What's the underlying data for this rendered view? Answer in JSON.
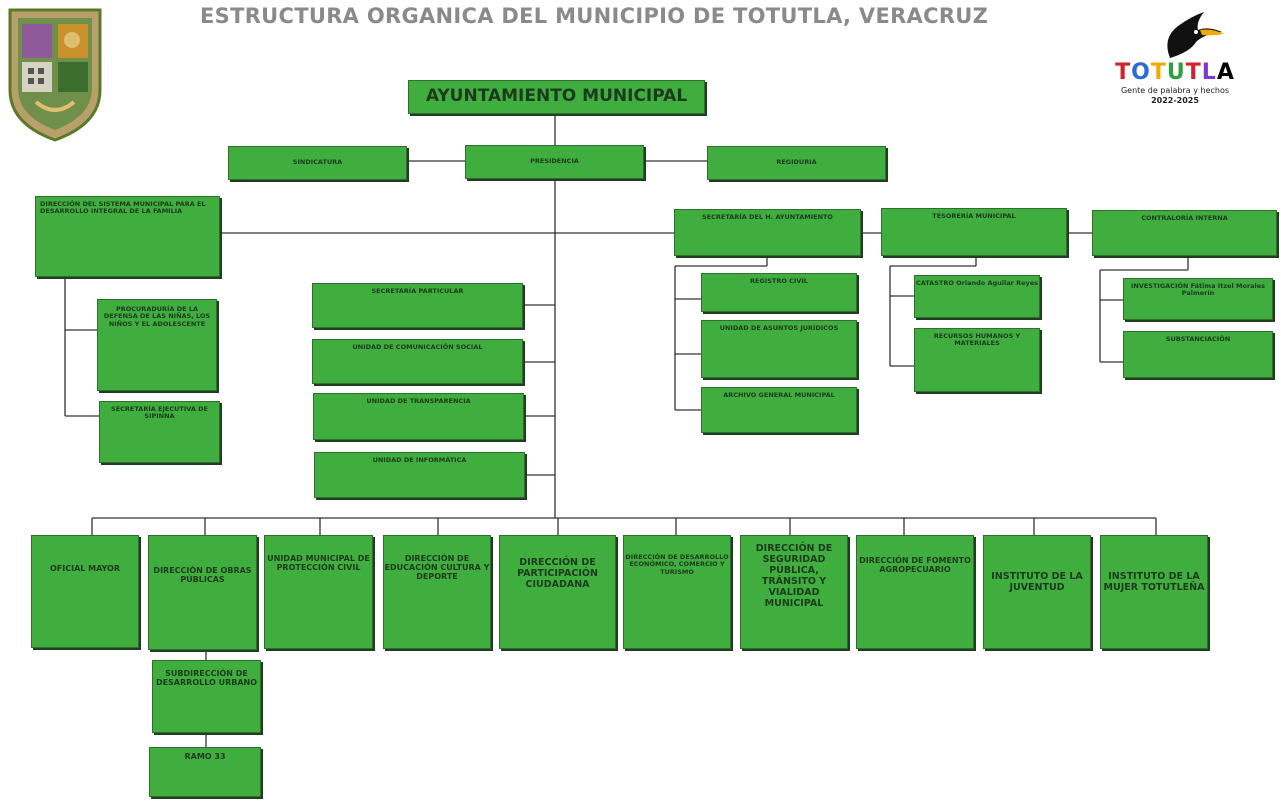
{
  "title": "ESTRUCTURA ORGANICA DEL MUNICIPIO DE TOTUTLA, VERACRUZ",
  "logo": {
    "name": "TOTUTLA",
    "letters": [
      "T",
      "O",
      "T",
      "U",
      "T",
      "L",
      "A"
    ],
    "tagline": "Gente de palabra y hechos",
    "years": "2022-2025"
  },
  "nodes": {
    "ayuntamiento": "AYUNTAMIENTO MUNICIPAL",
    "sindicatura": "SINDICATURA",
    "presidencia": "PRESIDENCIA",
    "regiduria": "REGIDURIA",
    "dif": "DIRECCIÓN DEL SISTEMA MUNICIPAL PARA EL DESARROLLO INTEGRAL DE LA FAMILIA",
    "procuraduria": "PROCURADURÍA DE LA DEFENSA DE LAS NIÑAS, LOS NIÑOS Y EL ADOLESCENTE",
    "sipinna": "SECRETARÍA EJECUTIVA DE SIPINNA",
    "secretaria_particular": "SECRETARÍA PARTICULAR",
    "comunicacion_social": "UNIDAD DE COMUNICACIÓN SOCIAL",
    "transparencia": "UNIDAD DE TRANSPARENCIA",
    "informatica": "UNIDAD DE INFORMÁTICA",
    "secretaria_ayuntamiento": "SECRETARÍA DEL H. AYUNTAMIENTO",
    "registro_civil": "REGISTRO CIVIL",
    "asuntos_juridicos": "UNIDAD DE ASUNTOS JURÍDICOS",
    "archivo_general": "ARCHIVO GENERAL MUNICIPAL",
    "tesoreria": "TESORERÍA MUNICIPAL",
    "catastro": "CATASTRO Orlando Aguilar Reyes",
    "recursos_humanos": "RECURSOS HUMANOS Y MATERIALES",
    "contraloria": "CONTRALORÍA INTERNA",
    "investigacion": "INVESTIGACIÓN Fátima Itzel Morales Palmerín",
    "substanciacion": "SUBSTANCIACIÓN",
    "oficial_mayor": "OFICIAL MAYOR",
    "obras_publicas": "DIRECCIÓN DE OBRAS PÚBLICAS",
    "subdireccion_desarrollo_urbano": "SUBDIRECCIÓN DE DESARROLLO URBANO",
    "ramo_33": "RAMO 33",
    "proteccion_civil": "UNIDAD MUNICIPAL DE PROTECCIÓN CIVIL",
    "educacion": "DIRECCIÓN DE EDUCACIÓN CULTURA Y DEPORTE",
    "participacion": "DIRECCIÓN DE PARTICIPACIÓN CIUDADANA",
    "desarrollo_economico": "DIRECCIÓN DE DESARROLLO ECONÓMICO, COMERCIO Y TURISMO",
    "seguridad_publica": "DIRECCIÓN DE SEGURIDAD PÚBLICA, TRÁNSITO Y VIALIDAD MUNICIPAL",
    "fomento_agropecuario": "DIRECCIÓN DE FOMENTO AGROPECUARIO",
    "juventud": "INSTITUTO DE LA JUVENTUD",
    "mujer": "INSTITUTO DE LA MUJER TOTUTLEÑA"
  },
  "colors": {
    "box_fill": "#3fae3f",
    "box_border": "#2f6e2f",
    "text": "#1e3a1e",
    "title": "#8a8a8a",
    "connector": "#333333"
  }
}
